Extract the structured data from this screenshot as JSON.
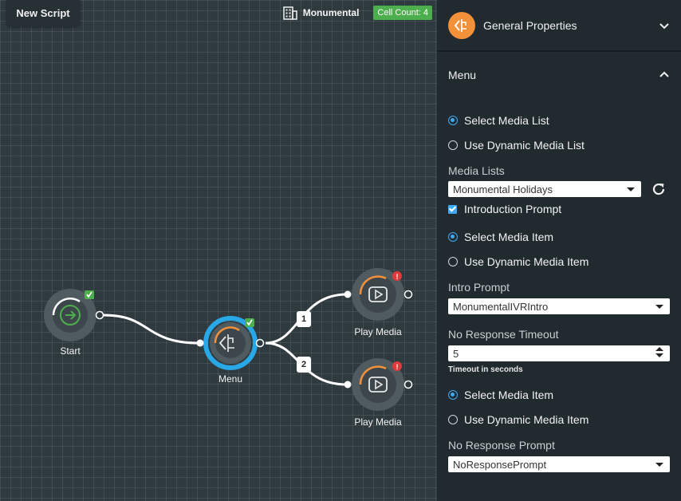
{
  "canvas": {
    "script_name": "New Script",
    "tenant_name": "Monumental",
    "cell_count_label": "Cell Count: 4",
    "nodes": [
      {
        "id": "start",
        "label": "Start"
      },
      {
        "id": "menu",
        "label": "Menu"
      },
      {
        "id": "play1",
        "label": "Play Media"
      },
      {
        "id": "play2",
        "label": "Play Media"
      }
    ],
    "edge_badges": [
      "1",
      "2"
    ]
  },
  "panel": {
    "title": "General Properties",
    "section_title": "Menu",
    "media_source": {
      "option_static": "Select Media List",
      "option_dynamic": "Use Dynamic Media List",
      "selected": "static"
    },
    "media_lists": {
      "label": "Media Lists",
      "value": "Monumental Holidays"
    },
    "intro_prompt_toggle": {
      "label": "Introduction Prompt",
      "checked": true
    },
    "intro_source": {
      "option_static": "Select Media Item",
      "option_dynamic": "Use Dynamic Media Item",
      "selected": "static"
    },
    "intro_prompt": {
      "label": "Intro Prompt",
      "value": "MonumentalIVRIntro"
    },
    "timeout": {
      "label": "No Response Timeout",
      "value": "5",
      "hint": "Timeout in seconds"
    },
    "no_response_source": {
      "option_static": "Select Media Item",
      "option_dynamic": "Use Dynamic Media Item",
      "selected": "static"
    },
    "no_response_prompt": {
      "label": "No Response Prompt",
      "value": "NoResponsePrompt"
    }
  },
  "colors": {
    "accent_blue": "#3fa9f5",
    "accent_orange": "#f3913a",
    "success_green": "#4cae4c",
    "error_red": "#e03b3b"
  }
}
